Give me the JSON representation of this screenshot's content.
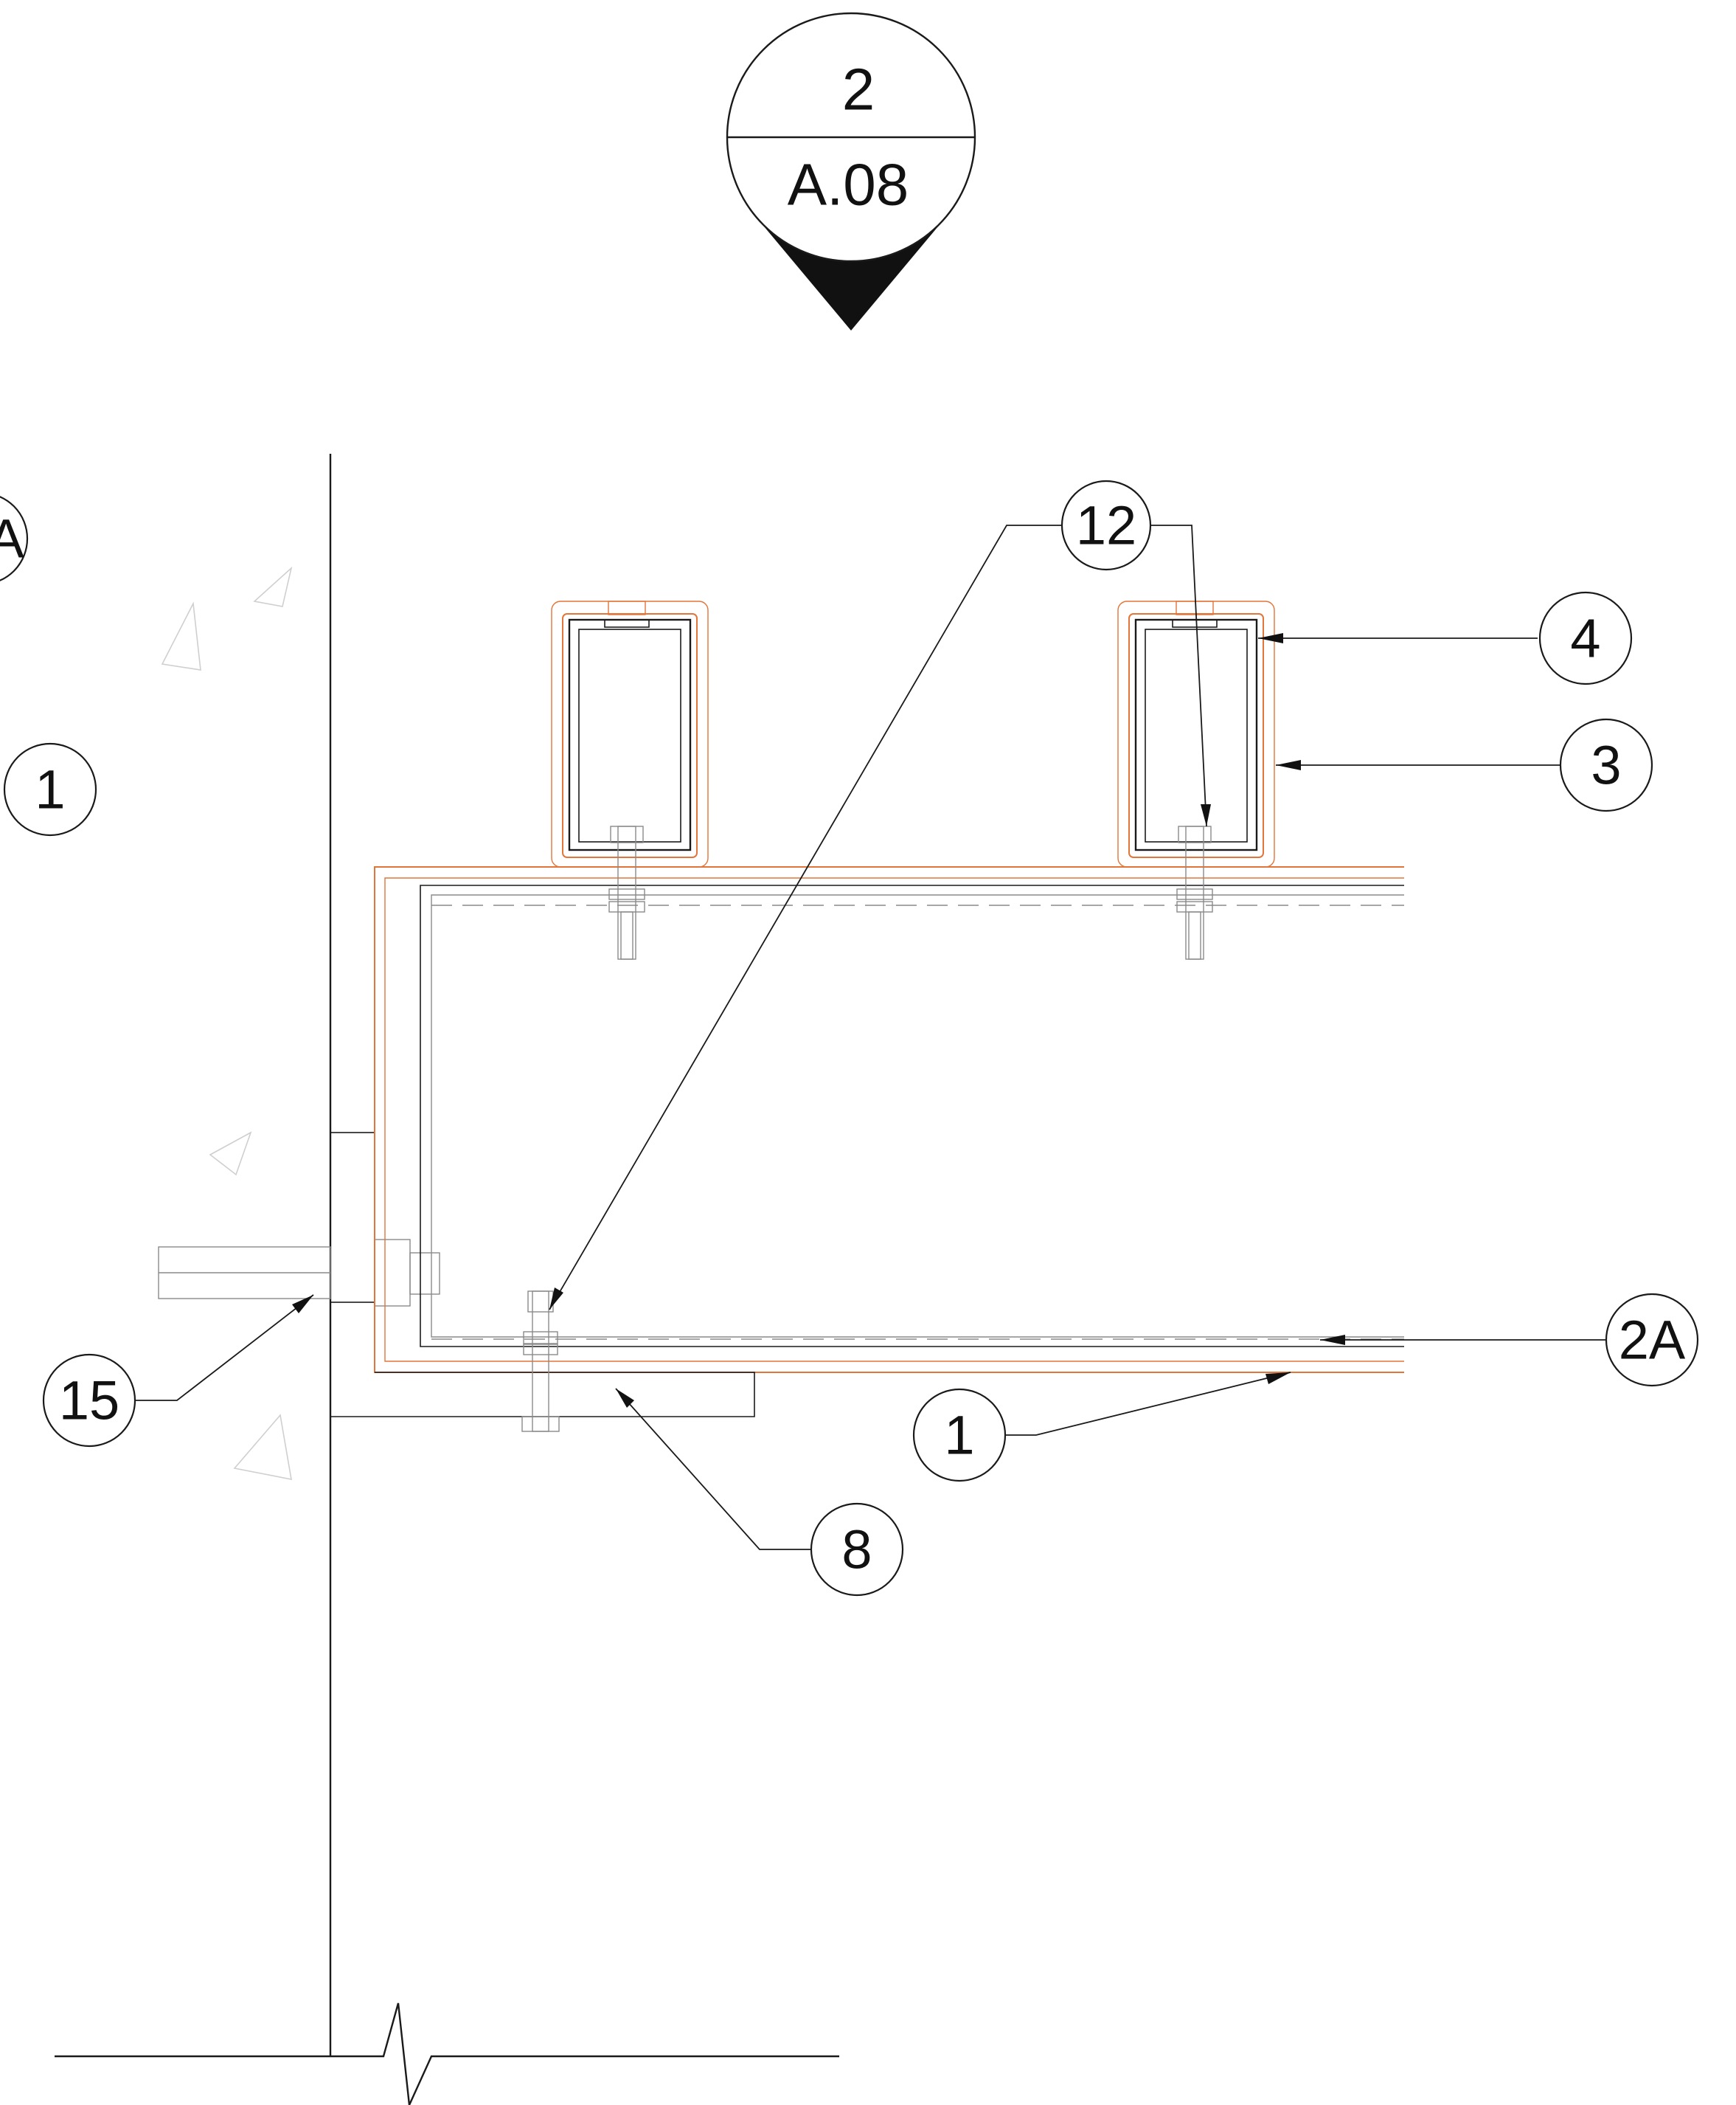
{
  "section_marker": {
    "number": "2",
    "sheet": "A.08"
  },
  "callouts": {
    "c12": "12",
    "c4": "4",
    "c3": "3",
    "c1_left": "1",
    "c2A": "2A",
    "c1_bottom": "1",
    "c15": "15",
    "c8": "8",
    "cA_partial": "A"
  },
  "colors": {
    "line": "#1a1a1a",
    "accent_orange": "#e2753a",
    "hatch_grey": "#cfcfcf"
  }
}
